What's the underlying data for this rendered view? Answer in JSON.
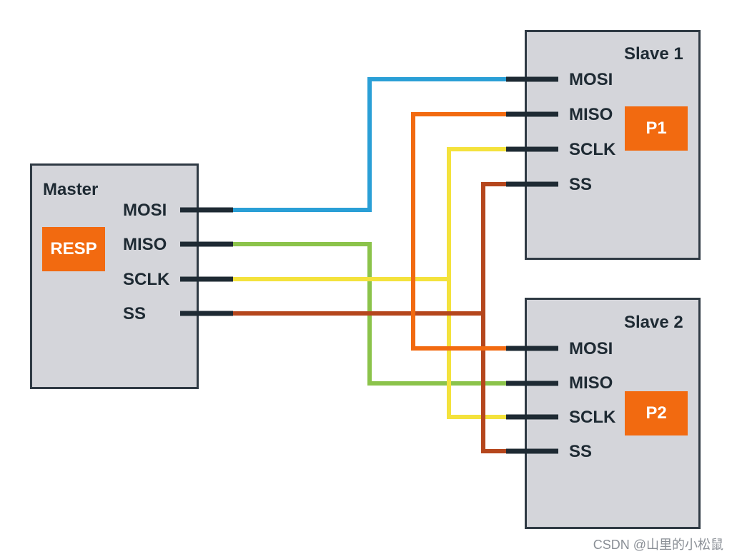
{
  "master": {
    "title": "Master",
    "tag": "RESP",
    "pins": [
      "MOSI",
      "MISO",
      "SCLK",
      "SS"
    ]
  },
  "slave1": {
    "title": "Slave 1",
    "tag": "P1",
    "pins": [
      "MOSI",
      "MISO",
      "SCLK",
      "SS"
    ]
  },
  "slave2": {
    "title": "Slave 2",
    "tag": "P2",
    "pins": [
      "MOSI",
      "MISO",
      "SCLK",
      "SS"
    ]
  },
  "colors": {
    "mosi": "#2a9fd6",
    "miso": "#8bc34a",
    "sclk": "#f4e23c",
    "ss": "#b5461c",
    "s1_miso": "#f26a10",
    "pin_stub": "#1e2a33",
    "box_fill": "#d4d5da",
    "box_border": "#2f3a44",
    "tag_fill": "#f26a10"
  },
  "watermark": "CSDN @山里的小松鼠"
}
